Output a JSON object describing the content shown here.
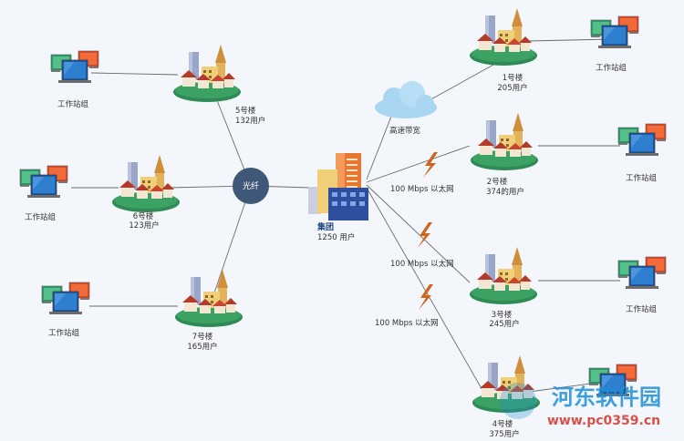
{
  "hub": {
    "label": "光纤"
  },
  "hq": {
    "name": "集团",
    "users": "1250  用户"
  },
  "cloud": {
    "label": "高速带宽"
  },
  "links": {
    "b2": "100  Mbps  以太网",
    "b3": "100  Mbps  以太网",
    "b4": "100  Mbps  以太网"
  },
  "buildings": {
    "b1": {
      "name": "1号楼",
      "users": "205用户"
    },
    "b2": {
      "name": "2号楼",
      "users": "374的用户"
    },
    "b3": {
      "name": "3号楼",
      "users": "245用户"
    },
    "b4": {
      "name": "4号楼",
      "users": "375用户"
    },
    "b5": {
      "name": "5号楼",
      "users": "132用户"
    },
    "b6": {
      "name": "6号楼",
      "users": "123用户"
    },
    "b7": {
      "name": "7号楼",
      "users": "165用户"
    }
  },
  "workstation_label": "工作站组",
  "watermark": {
    "text": "河东软件园",
    "url": "www.pc0359.cn"
  },
  "colors": {
    "hub": "#3f5878",
    "link": "#6b6b6b",
    "lightning": "#d0641d",
    "cloud": "#a9d6f2",
    "island": "#2f8a55",
    "watermark": "#1f8fd6"
  }
}
